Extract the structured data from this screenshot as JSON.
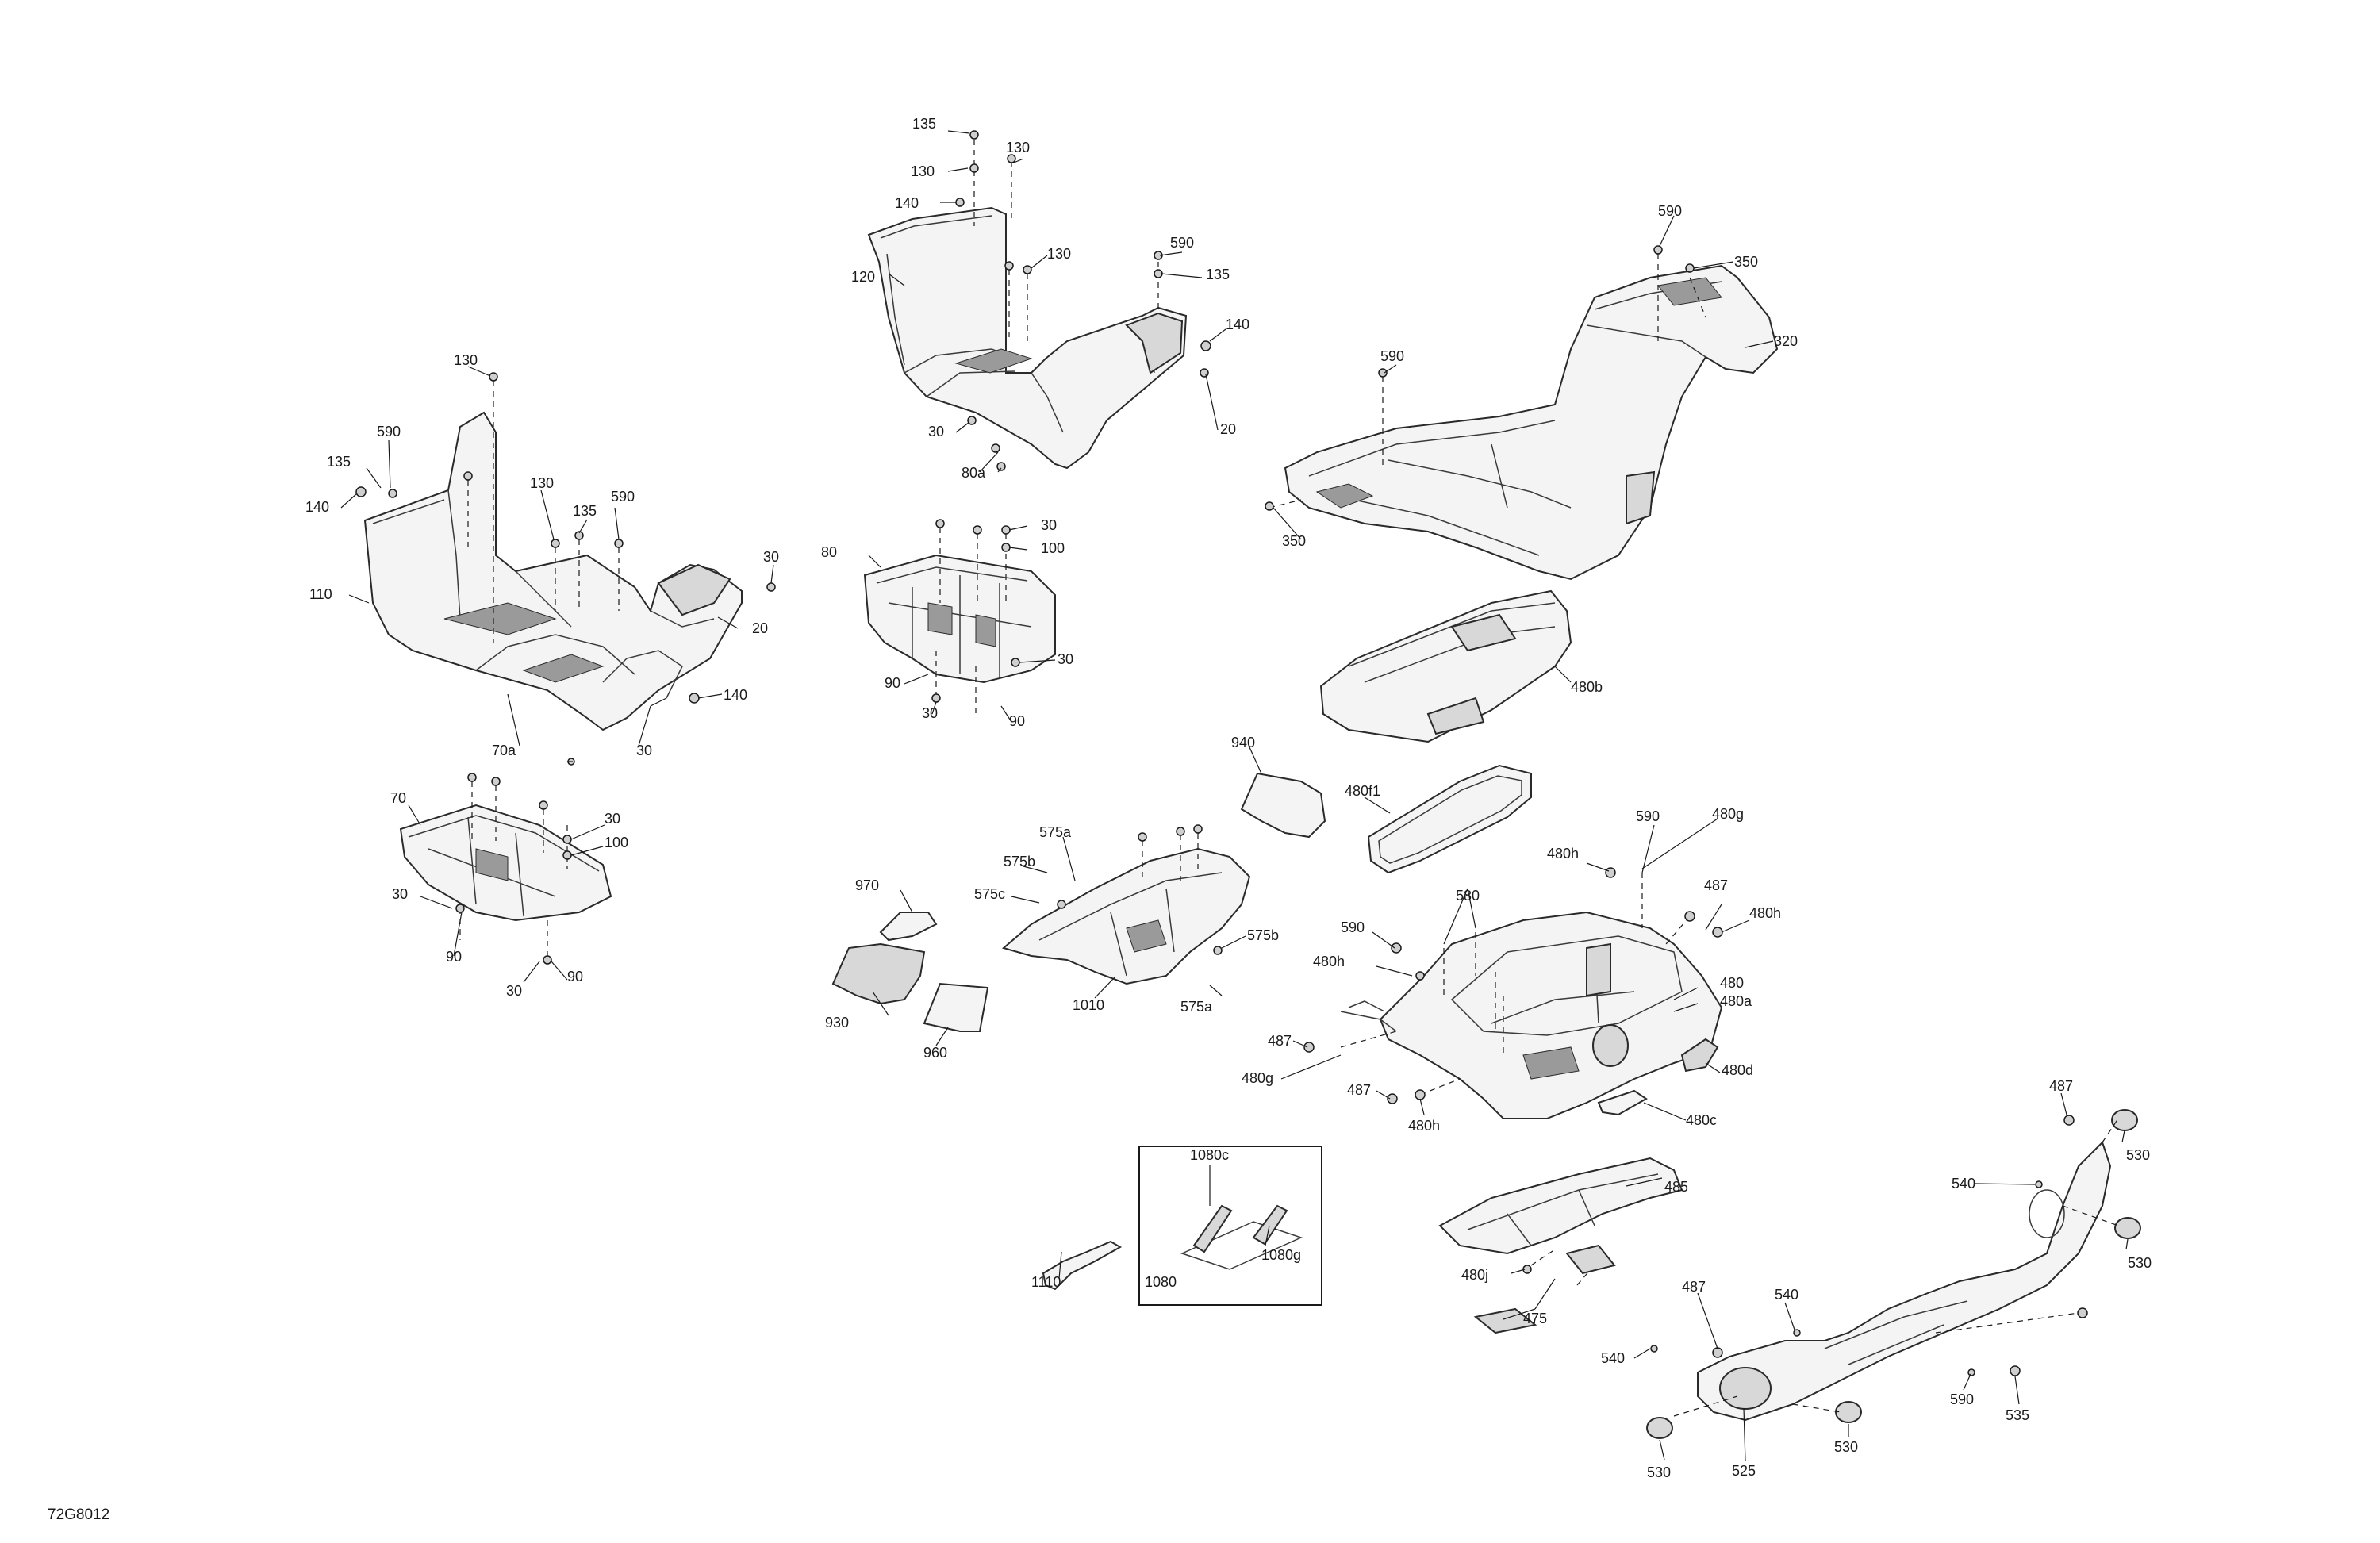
{
  "diagram_id": "72G8012",
  "labels": {
    "l135a": "135",
    "l130a": "130",
    "l130b": "130",
    "l140a": "140",
    "l120": "120",
    "l130c": "130",
    "l590a": "590",
    "l135b": "135",
    "l140b": "140",
    "l30a": "30",
    "l80a": "80a",
    "l20a": "20",
    "l130d": "130",
    "l590b": "590",
    "l135c": "135",
    "l140c": "140",
    "l130e": "130",
    "l135d": "135",
    "l590c": "590",
    "l110": "110",
    "l30b": "30",
    "l20b": "20",
    "l140d": "140",
    "l70a": "70a",
    "l30c": "30",
    "l80": "80",
    "l30d": "30",
    "l100a": "100",
    "l90a": "90",
    "l30e": "30",
    "l30f": "30",
    "l90b": "90",
    "l70": "70",
    "l30g": "30",
    "l100b": "100",
    "l30h": "30",
    "l90c": "90",
    "l90d": "90",
    "l30i": "30",
    "l590d": "590",
    "l350a": "350",
    "l320": "320",
    "l590e": "590",
    "l350b": "350",
    "l480b": "480b",
    "l940": "940",
    "l480f1": "480f1",
    "l590f": "590",
    "l480g": "480g",
    "l480h": "480h",
    "l487a": "487",
    "l480h2": "480h",
    "l580": "580",
    "l590g": "590",
    "l480h3": "480h",
    "l480": "480",
    "l480a": "480a",
    "l487b": "487",
    "l480d": "480d",
    "l480g2": "480g",
    "l487c": "487",
    "l480h4": "480h",
    "l480c": "480c",
    "l575a": "575a",
    "l575b": "575b",
    "l575c": "575c",
    "l970": "970",
    "l575b2": "575b",
    "l575a2": "575a",
    "l930": "930",
    "l960": "960",
    "l1010": "1010",
    "l1080c": "1080c",
    "l1080g": "1080g",
    "l1080": "1080",
    "l1110": "1110",
    "l485": "485",
    "l480j": "480j",
    "l475": "475",
    "l487d": "487",
    "l540a": "540",
    "l530a": "530",
    "l530b": "530",
    "l487e": "487",
    "l540b": "540",
    "l540c": "540",
    "l590h": "590",
    "l535": "535",
    "l525": "525",
    "l530c": "530",
    "l530d": "530"
  }
}
